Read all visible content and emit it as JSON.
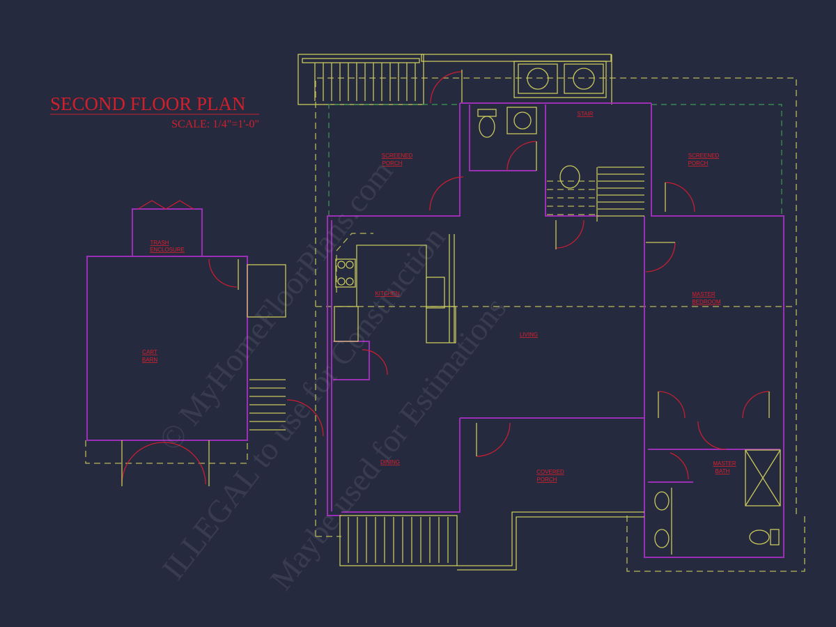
{
  "plan": {
    "title": "SECOND FLOOR PLAN",
    "scale": "SCALE: 1/4\"=1'-0\""
  },
  "rooms": {
    "screened_porch_left": [
      "SCREENED",
      "PORCH"
    ],
    "stair": "STAIR",
    "screened_porch_right": [
      "SCREENED",
      "PORCH"
    ],
    "trash_enclosure": [
      "TRASH",
      "ENCLOSURE"
    ],
    "kitchen": "KITCHEN",
    "master_bedroom": [
      "MASTER",
      "BEDROOM"
    ],
    "living": "LIVING",
    "cart_barn": [
      "CART",
      "BARN"
    ],
    "dining": "DINING",
    "covered_porch": [
      "COVERED",
      "PORCH"
    ],
    "master_bath": [
      "MASTER",
      "BATH"
    ]
  },
  "watermark": {
    "line1": "© MyHomeFloorPlans.com",
    "line2": "ILLEGAL to use for Construction",
    "line3": "Maybe used for Estimations"
  },
  "colors": {
    "background": "#262a3e",
    "walls": "#9b2fb5",
    "fixtures": "#c9c95c",
    "labels": "#d8202e",
    "doors": "#c81e32"
  }
}
